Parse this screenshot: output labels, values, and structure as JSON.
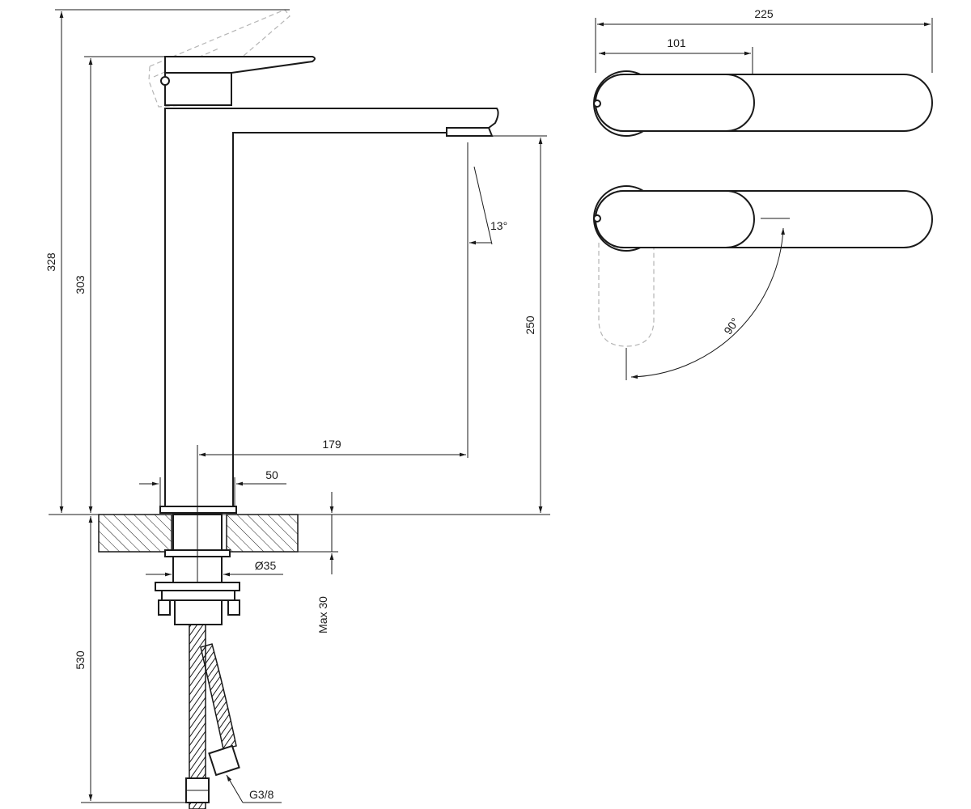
{
  "dimensions": {
    "overall_height": "328",
    "spout_height": "303",
    "aerator_height": "250",
    "spout_reach": "179",
    "body_width": "50",
    "hole_diameter": "Ø35",
    "max_deck": "Max 30",
    "hose_length": "530",
    "hose_thread": "G3/8",
    "top_total_length": "225",
    "top_lever_length": "101",
    "spout_angle": "13°",
    "lever_rotation": "90°"
  }
}
